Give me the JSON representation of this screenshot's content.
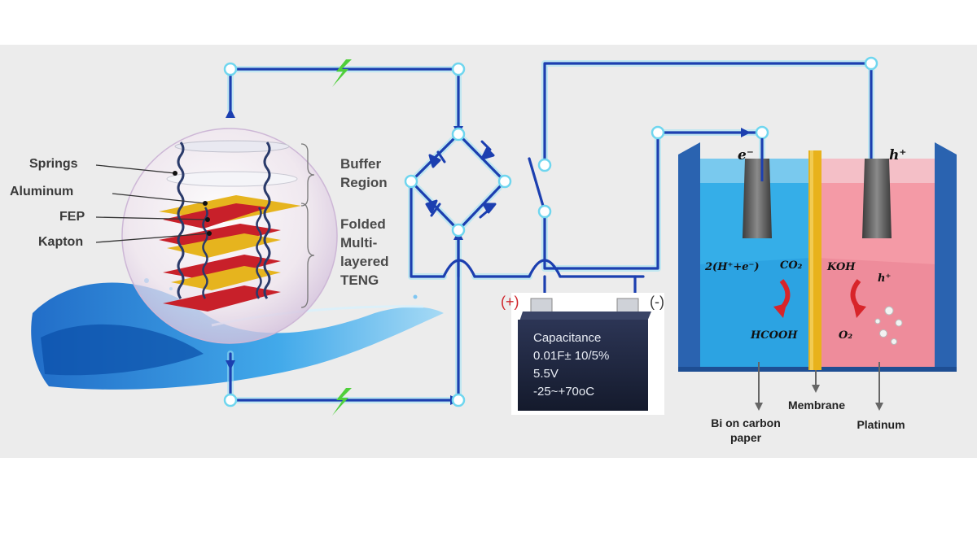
{
  "teng": {
    "parts": [
      "Springs",
      "Aluminum",
      "FEP",
      "Kapton"
    ],
    "regions": [
      "Buffer",
      "Region",
      "Folded",
      "Multi-",
      "layered",
      "TENG"
    ]
  },
  "capacitor": {
    "plus": "(+)",
    "minus": "(-)",
    "lines": [
      "Capacitance",
      "0.01F± 10/5%",
      "5.5V",
      "-25~+70oC"
    ]
  },
  "cell": {
    "electron": "e⁻",
    "hole": "h⁺",
    "left_reactant": "2(H⁺+e⁻)",
    "co2": "CO₂",
    "koh": "KOH",
    "h_plus": "h⁺",
    "hcooh": "HCOOH",
    "o2": "O₂",
    "bi_label": [
      "Bi on carbon",
      "paper"
    ],
    "membrane": "Membrane",
    "platinum": "Platinum"
  },
  "colors": {
    "wire": "#1c3fb0",
    "wire_glow": "#8fdcf2",
    "cathode_liquid": "#35aee8",
    "anode_liquid": "#f49aa6",
    "membrane": "#e8b21c",
    "tank_wall": "#2a63b0",
    "fep_red": "#c8202a",
    "gold": "#e6b41e",
    "capacitor_body": "#1f2740"
  }
}
